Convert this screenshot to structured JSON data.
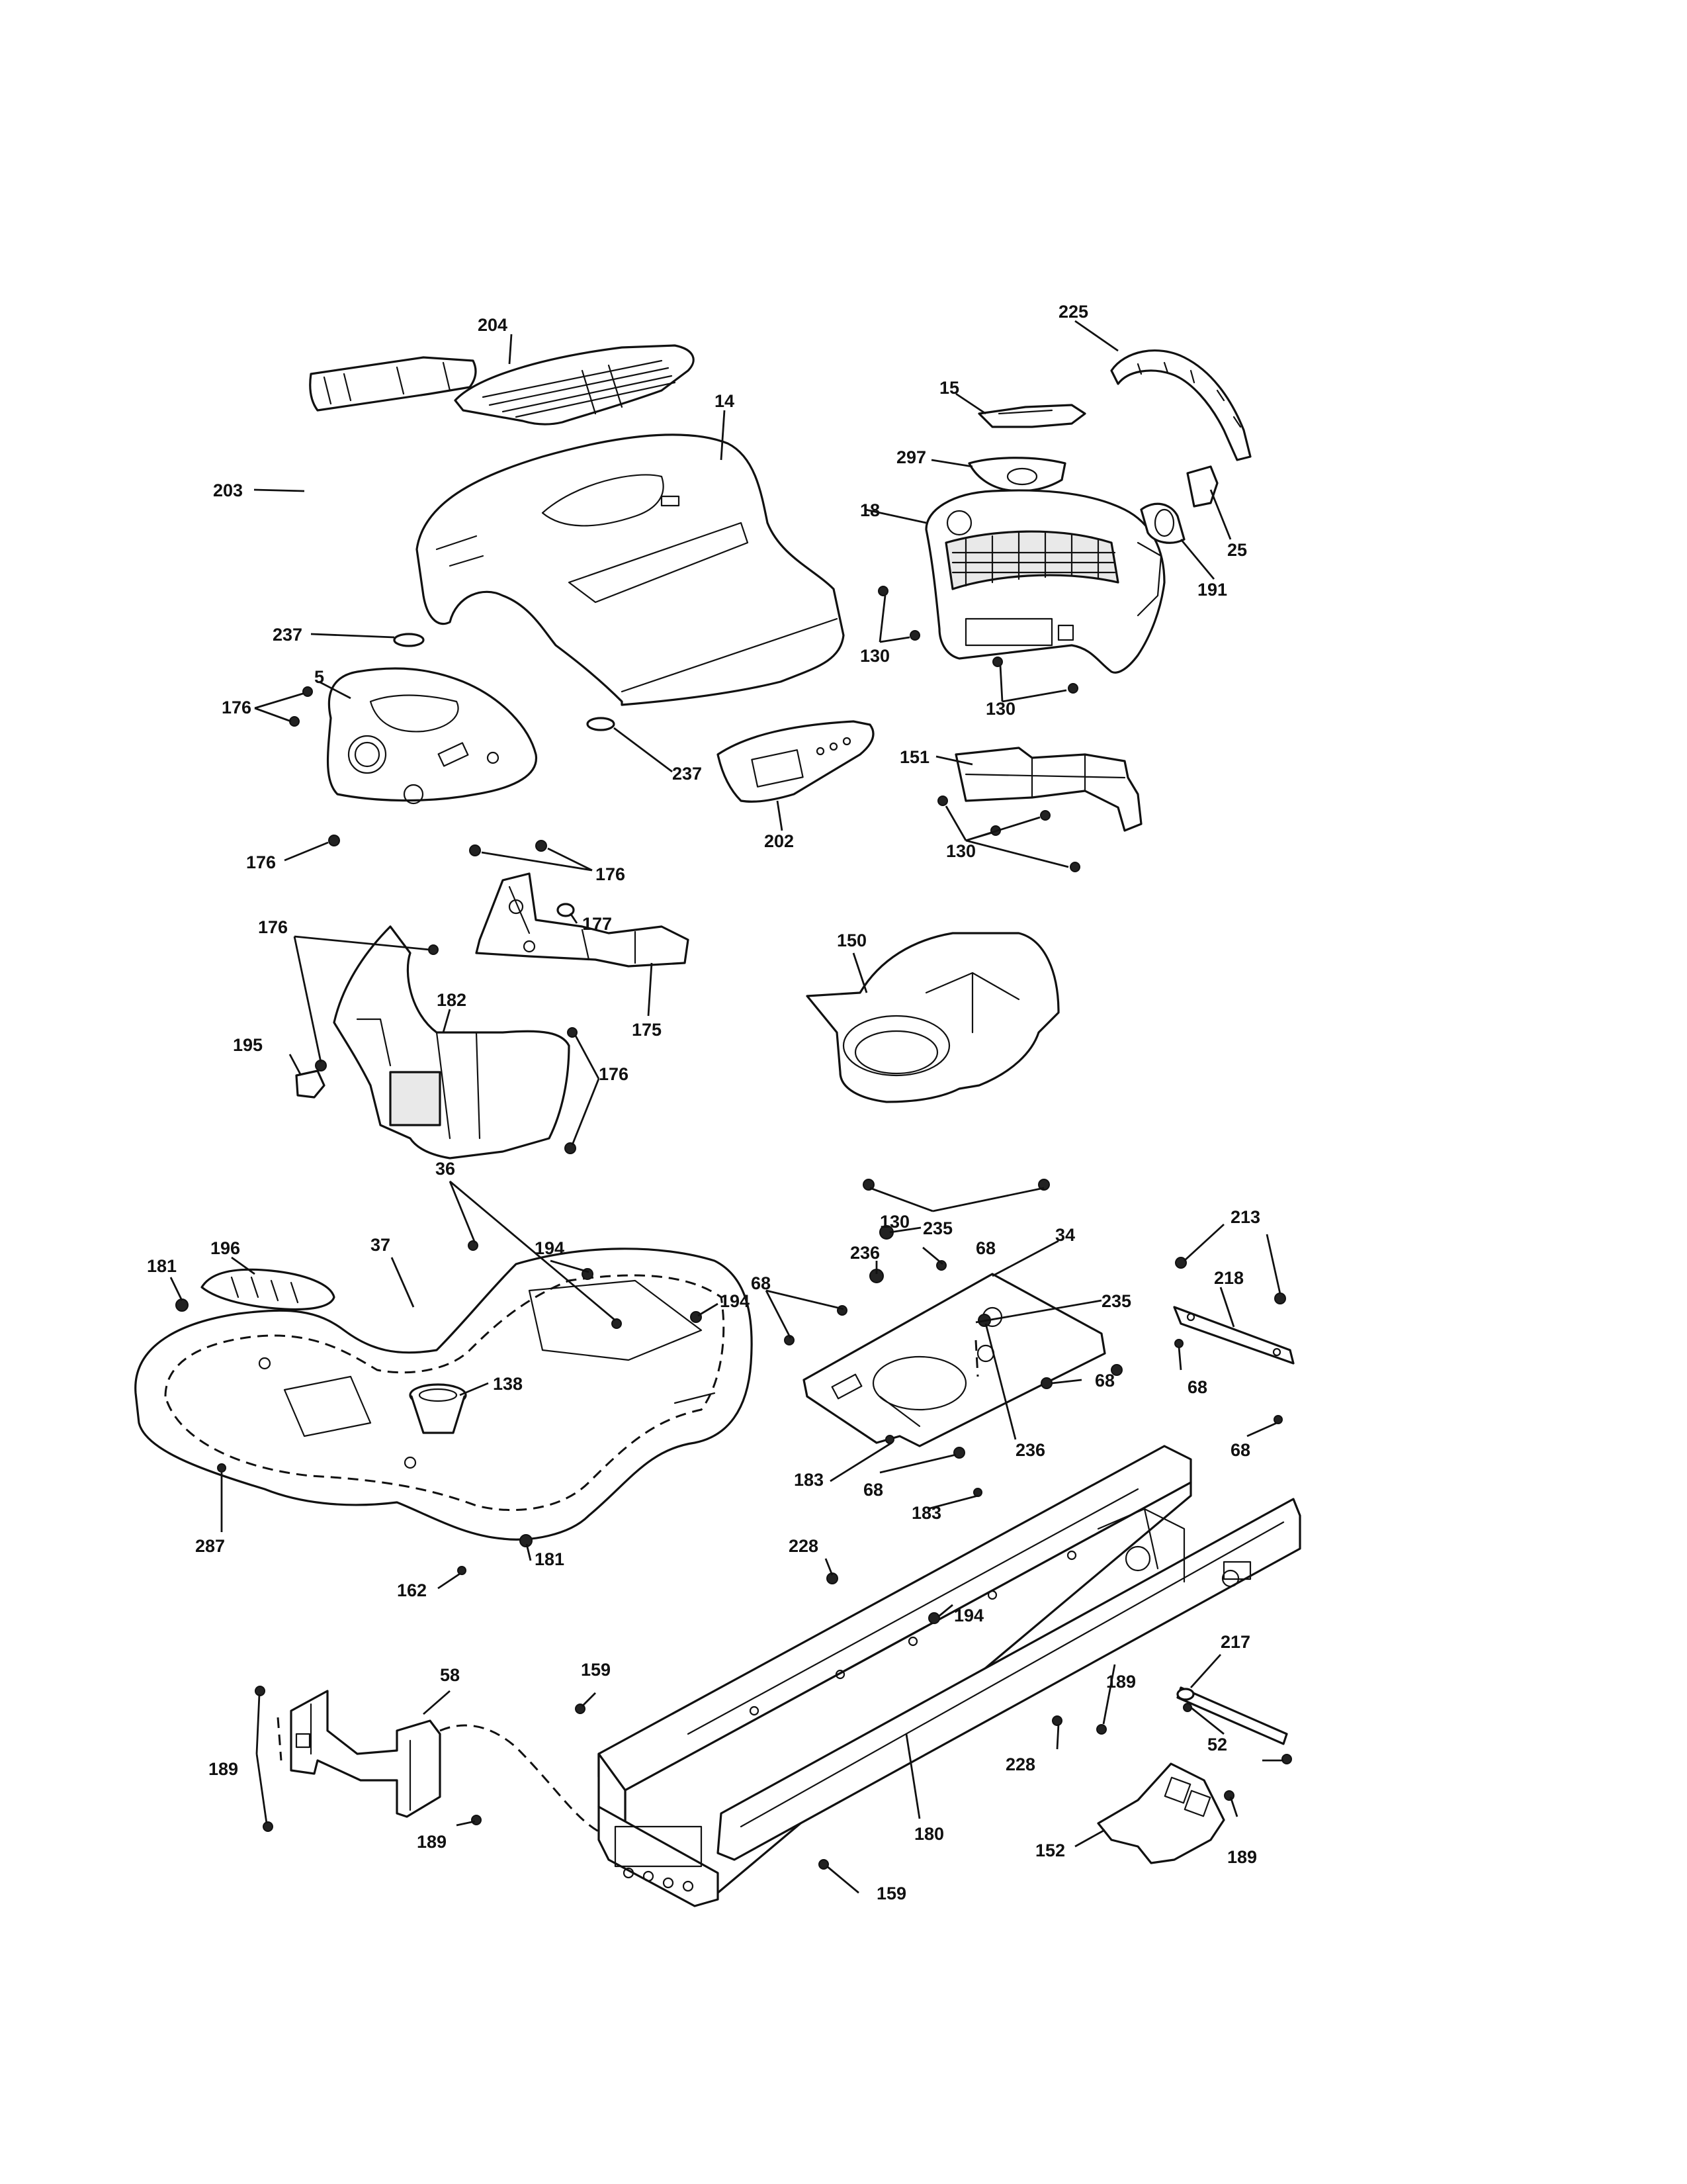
{
  "callouts": {
    "c204": "204",
    "c14": "14",
    "c203": "203",
    "c237a": "237",
    "c237b": "237",
    "c5": "5",
    "c176a": "176",
    "c176b": "176",
    "c176c": "176",
    "c176d": "176",
    "c176e": "176",
    "c202": "202",
    "c225": "225",
    "c15": "15",
    "c297": "297",
    "c18": "18",
    "c25": "25",
    "c191": "191",
    "c130a": "130",
    "c130b": "130",
    "c130c": "130",
    "c130d": "130",
    "c151": "151",
    "c177": "177",
    "c175": "175",
    "c182": "182",
    "c195": "195",
    "c150": "150",
    "c36": "36",
    "c196": "196",
    "c37": "37",
    "c181a": "181",
    "c181b": "181",
    "c194a": "194",
    "c194b": "194",
    "c194c": "194",
    "c138": "138",
    "c287": "287",
    "c162": "162",
    "c235a": "235",
    "c235b": "235",
    "c236a": "236",
    "c236b": "236",
    "c68a": "68",
    "c68b": "68",
    "c68c": "68",
    "c68d": "68",
    "c68e": "68",
    "c68f": "68",
    "c34": "34",
    "c183a": "183",
    "c183b": "183",
    "c213": "213",
    "c218": "218",
    "c228a": "228",
    "c228b": "228",
    "c159a": "159",
    "c159b": "159",
    "c58": "58",
    "c189a": "189",
    "c189b": "189",
    "c189c": "189",
    "c189d": "189",
    "c180": "180",
    "c217": "217",
    "c52": "52",
    "c152": "152"
  }
}
